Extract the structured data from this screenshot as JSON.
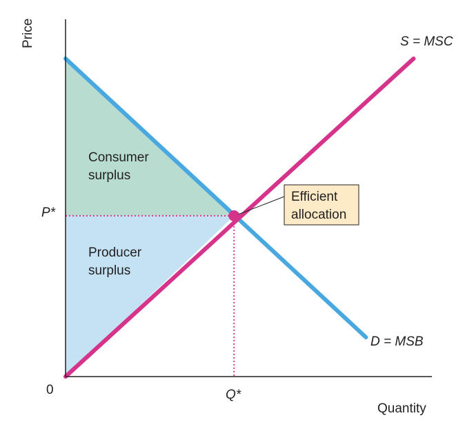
{
  "chart_data": {
    "type": "line",
    "xlabel": "Quantity",
    "ylabel": "Price",
    "origin_label": "0",
    "xlim": [
      0,
      10
    ],
    "ylim": [
      0,
      10
    ],
    "series": [
      {
        "name": "S = MSC",
        "x": [
          0,
          9.5
        ],
        "y": [
          0,
          8.9
        ],
        "color": "#d6338a"
      },
      {
        "name": "D = MSB",
        "x": [
          0,
          8.2
        ],
        "y": [
          8.9,
          1.1
        ],
        "color": "#4aa8e0"
      }
    ],
    "equilibrium": {
      "x": 4.6,
      "y": 4.5,
      "price_label": "P*",
      "quantity_label": "Q*"
    },
    "regions": [
      {
        "label_line1": "Consumer",
        "label_line2": "surplus",
        "color": "#b8dcd0"
      },
      {
        "label_line1": "Producer",
        "label_line2": "surplus",
        "color": "#c4e2f4"
      }
    ],
    "callout": {
      "line1": "Efficient",
      "line2": "allocation",
      "fill": "#fdebc8"
    },
    "accent_color": "#d6338a"
  }
}
